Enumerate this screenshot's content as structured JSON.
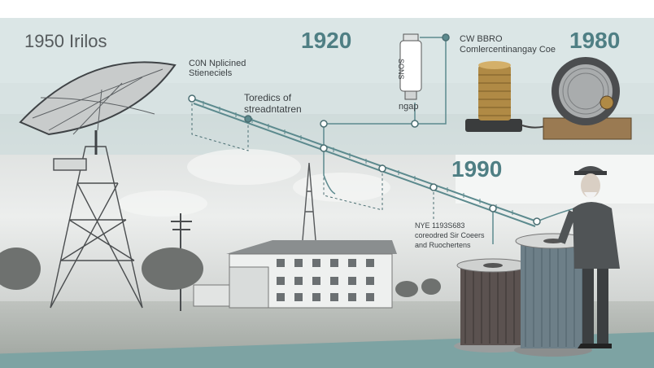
{
  "headline": "1950 Irilos",
  "years": {
    "y1920": "1920",
    "y1980": "1980",
    "y1990": "1990"
  },
  "labels": {
    "top_left_1": "C0N Nplicined",
    "top_left_2": "Stieneciels",
    "mid_1": "Toredics of",
    "mid_2": "streadntatren",
    "vial_text": "SONS",
    "vial_caption": "ngap",
    "cw_1": "CW BBRO",
    "cw_2": "Comlercentinangay Coe",
    "nye_1": "NYE 1193S683",
    "nye_2": "coreodred Sir Coeers",
    "nye_3": "and Ruochertens"
  },
  "colors": {
    "accent": "#4f7f84",
    "line": "#5c8a8e",
    "band": "#dbe6e6"
  }
}
